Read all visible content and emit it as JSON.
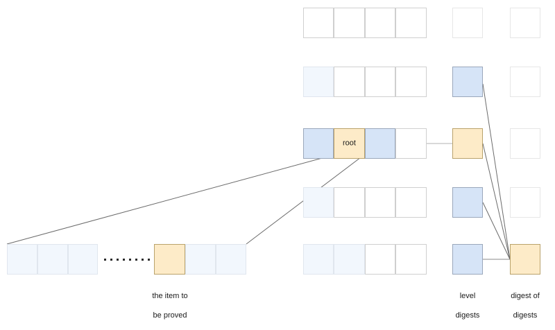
{
  "diagram": {
    "title": "digest of digests proof structure",
    "colors": {
      "blue": "#d6e4f7",
      "pale_blue": "#f2f7fd",
      "orange": "#fdebc8",
      "white": "#ffffff",
      "border_grey": "#c9c9c9",
      "line": "#555555"
    },
    "labels": {
      "root": "root",
      "item_to_be_proved_line1": "the item to",
      "item_to_be_proved_line2": "be proved",
      "level_digests_line1": "level",
      "level_digests_line2": "digests",
      "digest_of_digests_line1": "digest of",
      "digest_of_digests_line2": "digests"
    },
    "rows": [
      {
        "id": "row-1",
        "cells": [
          {
            "fill": "white",
            "label": ""
          },
          {
            "fill": "white",
            "label": ""
          },
          {
            "fill": "white",
            "label": ""
          },
          {
            "fill": "white",
            "label": ""
          }
        ],
        "level_digest": {
          "fill": "ghost",
          "label": ""
        },
        "digest_of_digests": {
          "fill": "ghost",
          "label": ""
        }
      },
      {
        "id": "row-2",
        "cells": [
          {
            "fill": "pale_blue",
            "label": ""
          },
          {
            "fill": "white",
            "label": ""
          },
          {
            "fill": "white",
            "label": ""
          },
          {
            "fill": "white",
            "label": ""
          }
        ],
        "level_digest": {
          "fill": "blue",
          "label": ""
        },
        "digest_of_digests": {
          "fill": "ghost",
          "label": ""
        }
      },
      {
        "id": "row-3-root",
        "cells": [
          {
            "fill": "blue",
            "label": ""
          },
          {
            "fill": "orange",
            "label": "root"
          },
          {
            "fill": "blue",
            "label": ""
          },
          {
            "fill": "white",
            "label": ""
          }
        ],
        "level_digest": {
          "fill": "orange",
          "label": ""
        },
        "digest_of_digests": {
          "fill": "ghost",
          "label": ""
        }
      },
      {
        "id": "row-4",
        "cells": [
          {
            "fill": "pale_blue",
            "label": ""
          },
          {
            "fill": "white",
            "label": ""
          },
          {
            "fill": "white",
            "label": ""
          },
          {
            "fill": "white",
            "label": ""
          }
        ],
        "level_digest": {
          "fill": "blue",
          "label": ""
        },
        "digest_of_digests": {
          "fill": "ghost",
          "label": ""
        }
      },
      {
        "id": "row-5",
        "cells": [
          {
            "fill": "pale_blue",
            "label": ""
          },
          {
            "fill": "pale_blue",
            "label": ""
          },
          {
            "fill": "white",
            "label": ""
          },
          {
            "fill": "white",
            "label": ""
          }
        ],
        "level_digest": {
          "fill": "blue",
          "label": ""
        },
        "digest_of_digests": {
          "fill": "orange",
          "label": ""
        }
      }
    ],
    "leaf_row": {
      "left_cells": [
        {
          "fill": "pale_blue",
          "label": ""
        },
        {
          "fill": "pale_blue",
          "label": ""
        },
        {
          "fill": "pale_blue",
          "label": ""
        }
      ],
      "ellipsis_dot_count": 8,
      "right_cells": [
        {
          "fill": "orange",
          "label": ""
        },
        {
          "fill": "pale_blue",
          "label": ""
        },
        {
          "fill": "pale_blue",
          "label": ""
        }
      ]
    }
  }
}
